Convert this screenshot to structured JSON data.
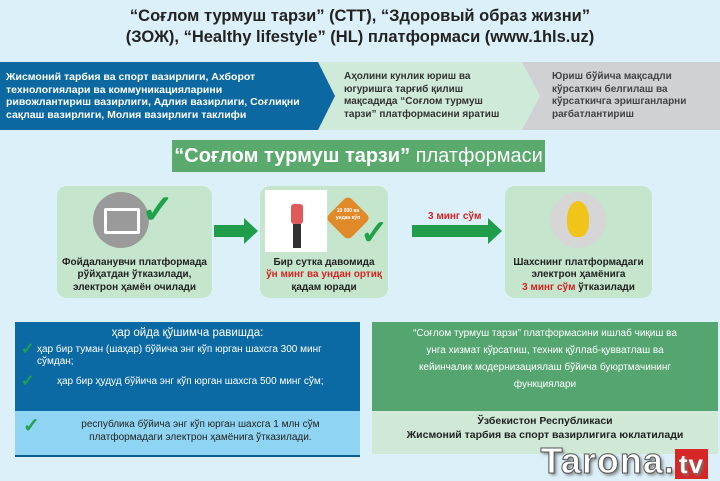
{
  "title": {
    "line1": "“Соғлом турмуш тарзи” (СТТ), “Здоровый образ жизни”",
    "line2": "(ЗОЖ), “Healthy lifestyle” (HL) платформаси (www.1hls.uz)"
  },
  "steps": [
    "Жисмоний тарбия ва спорт вазирлиги, Ахборот технологиялари ва коммуникацияларини ривожлантириш вазирлиги, Адлия вазирлиги, Соғлиқни сақлаш вазирлиги, Молия вазирлиги таклифи",
    "Аҳолини кунлик юриш ва югуришга тарғиб қилиш мақсадида “Соғлом турмуш тарзи” платформасини яратиш",
    "Юриш бўйича мақсадли кўрсаткич белгилаш ва кўрсаткичга эришганларни рағбатлантириш"
  ],
  "banner": {
    "bold": "“Соғлом турмуш тарзи”",
    "rest": " платформаси"
  },
  "cards": {
    "c1": "Фойдаланувчи платформада рўйҳатдан ўтказилади, электрон ҳамён очилади",
    "c2a": "Бир сутка давомида",
    "c2b": "ўн минг ва ундан ортиқ",
    "c2c": "қадам юради",
    "badge": "10 000 ва ундан кўп",
    "arrow_label": "3 минг сўм",
    "c3a": "Шахснинг платформадаги электрон ҳамёнига",
    "c3b": "3 минг сўм",
    "c3c": " ўтказилади"
  },
  "bonus": {
    "head": "ҳар ойда қўшимча равишда:",
    "items": [
      "ҳар бир туман (шаҳар) бўйича энг кўп юрган шахсга 300 минг сўмдан;",
      "ҳар бир ҳудуд бўйича энг кўп юрган шахсга 500 минг сўм;",
      "республика бўйича энг кўп юрган шахсга 1 млн сўм платформадаги электрон ҳамёнига ўтказилади."
    ]
  },
  "right": {
    "top": "“Соғлом турмуш тарзи” платформасини ишлаб чиқиш ва унга хизмат кўрсатиш, техник қўллаб-қувватлаш ва кейинчалик модернизациялаш бўйича буюртмачининг функциялари",
    "bottom1": "Ўзбекистон Республикаси",
    "bottom2": "Жисмоний тарбия ва спорт вазирлигига юклатилади"
  },
  "watermark": {
    "main": "Tarona.",
    "tv": "tv"
  },
  "check": "✓"
}
